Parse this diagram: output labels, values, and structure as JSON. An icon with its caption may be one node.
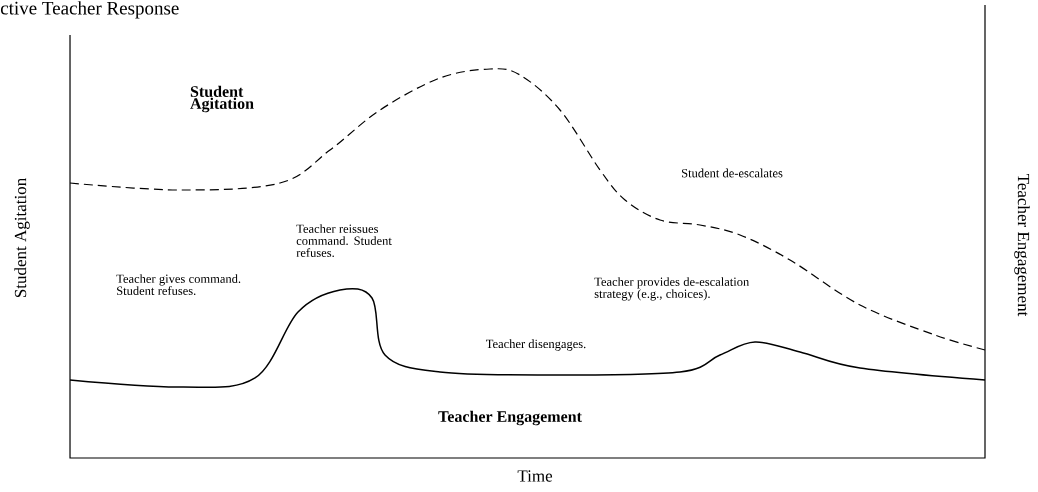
{
  "diagram": {
    "title": "ctive Teacher Response",
    "labels": [
      "Student Agitation",
      "Student Agitation",
      "Teacher Engagement",
      "Student de-escalates",
      "Teacher reissues command. Student refuses.",
      "Teacher gives command. Student refuses.",
      "Teacher provides de-escalation strategy (e.g., choices).",
      "Teacher disengages.",
      "Teacher Engagement",
      "Time"
    ]
  }
}
